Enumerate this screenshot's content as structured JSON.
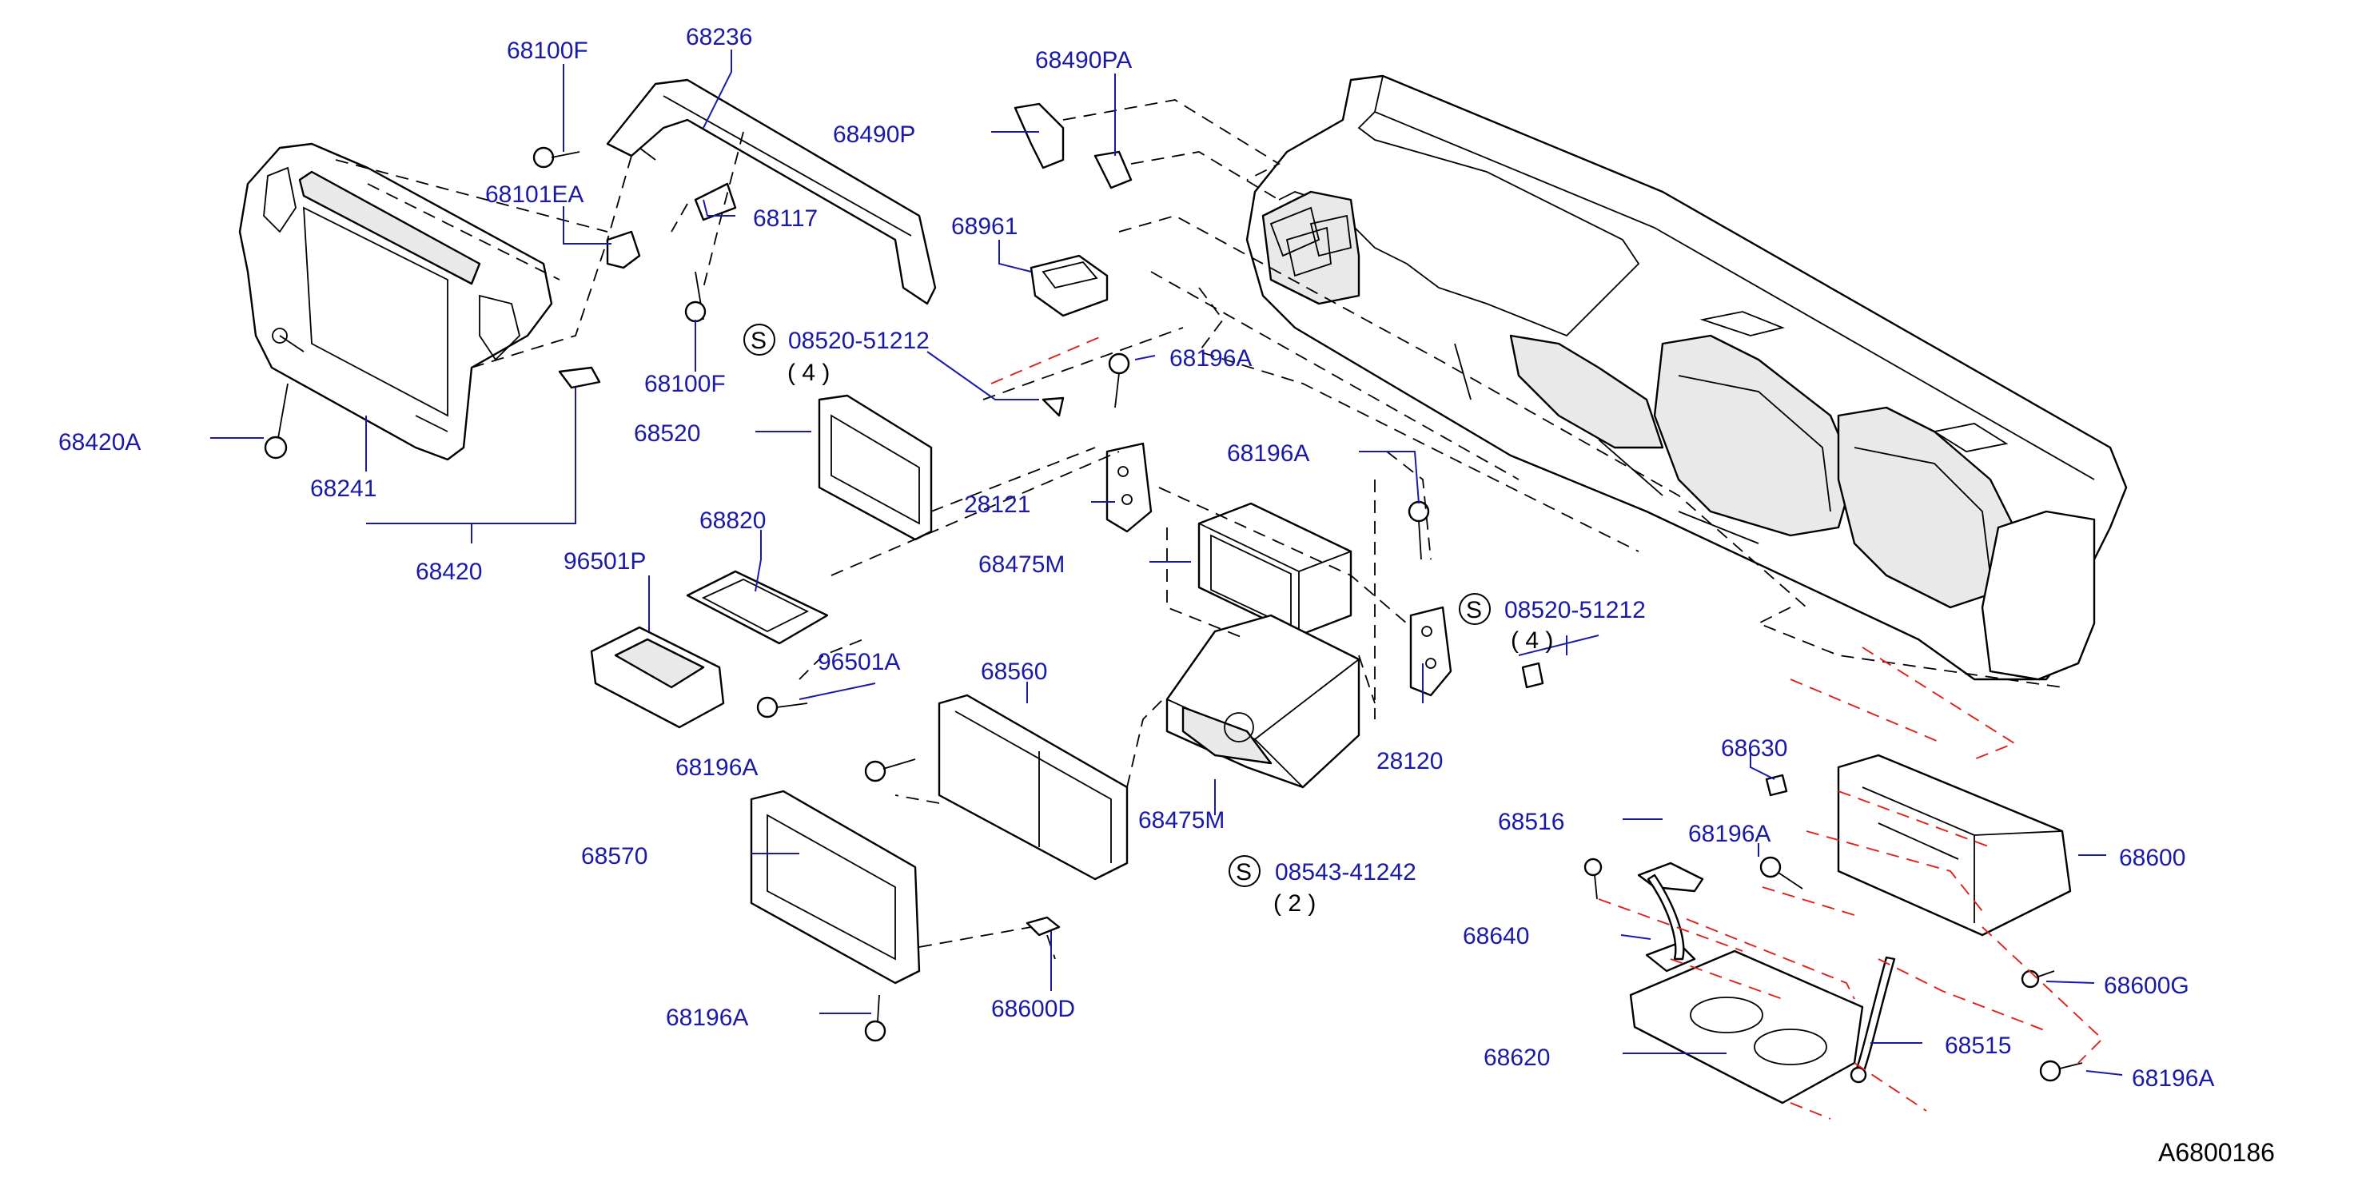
{
  "diagram_id": "A6800186",
  "colors": {
    "label": "#1a1aa8",
    "line": "#000000",
    "hidden_line": "#e0201b"
  },
  "labels": {
    "p68100F_top": "68100F",
    "p68236": "68236",
    "p68490PA": "68490PA",
    "p68490P": "68490P",
    "p68101EA": "68101EA",
    "p68117": "68117",
    "p68961": "68961",
    "p68100F_bottom": "68100F",
    "p68420A": "68420A",
    "p68241": "68241",
    "p68420": "68420",
    "p68520": "68520",
    "p68196A_1": "68196A",
    "p68196A_2": "68196A",
    "p28121": "28121",
    "p68475M_1": "68475M",
    "p68820": "68820",
    "p96501P": "96501P",
    "p96501A": "96501A",
    "p68560": "68560",
    "p68196A_3": "68196A",
    "p68570": "68570",
    "p68196A_4": "68196A",
    "p68600D": "68600D",
    "p68475M_2": "68475M",
    "p28120": "28120",
    "p68630": "68630",
    "p68516": "68516",
    "p68196A_5": "68196A",
    "p68600": "68600",
    "p68640": "68640",
    "p68600G": "68600G",
    "p68620": "68620",
    "p68515": "68515",
    "p68196A_6": "68196A"
  },
  "standard_parts": [
    {
      "symbol": "S",
      "number": "08520-51212",
      "qty": "( 4 )"
    },
    {
      "symbol": "S",
      "number": "08520-51212",
      "qty": "( 4 )"
    },
    {
      "symbol": "S",
      "number": "08543-41242",
      "qty": "( 2 )"
    }
  ]
}
